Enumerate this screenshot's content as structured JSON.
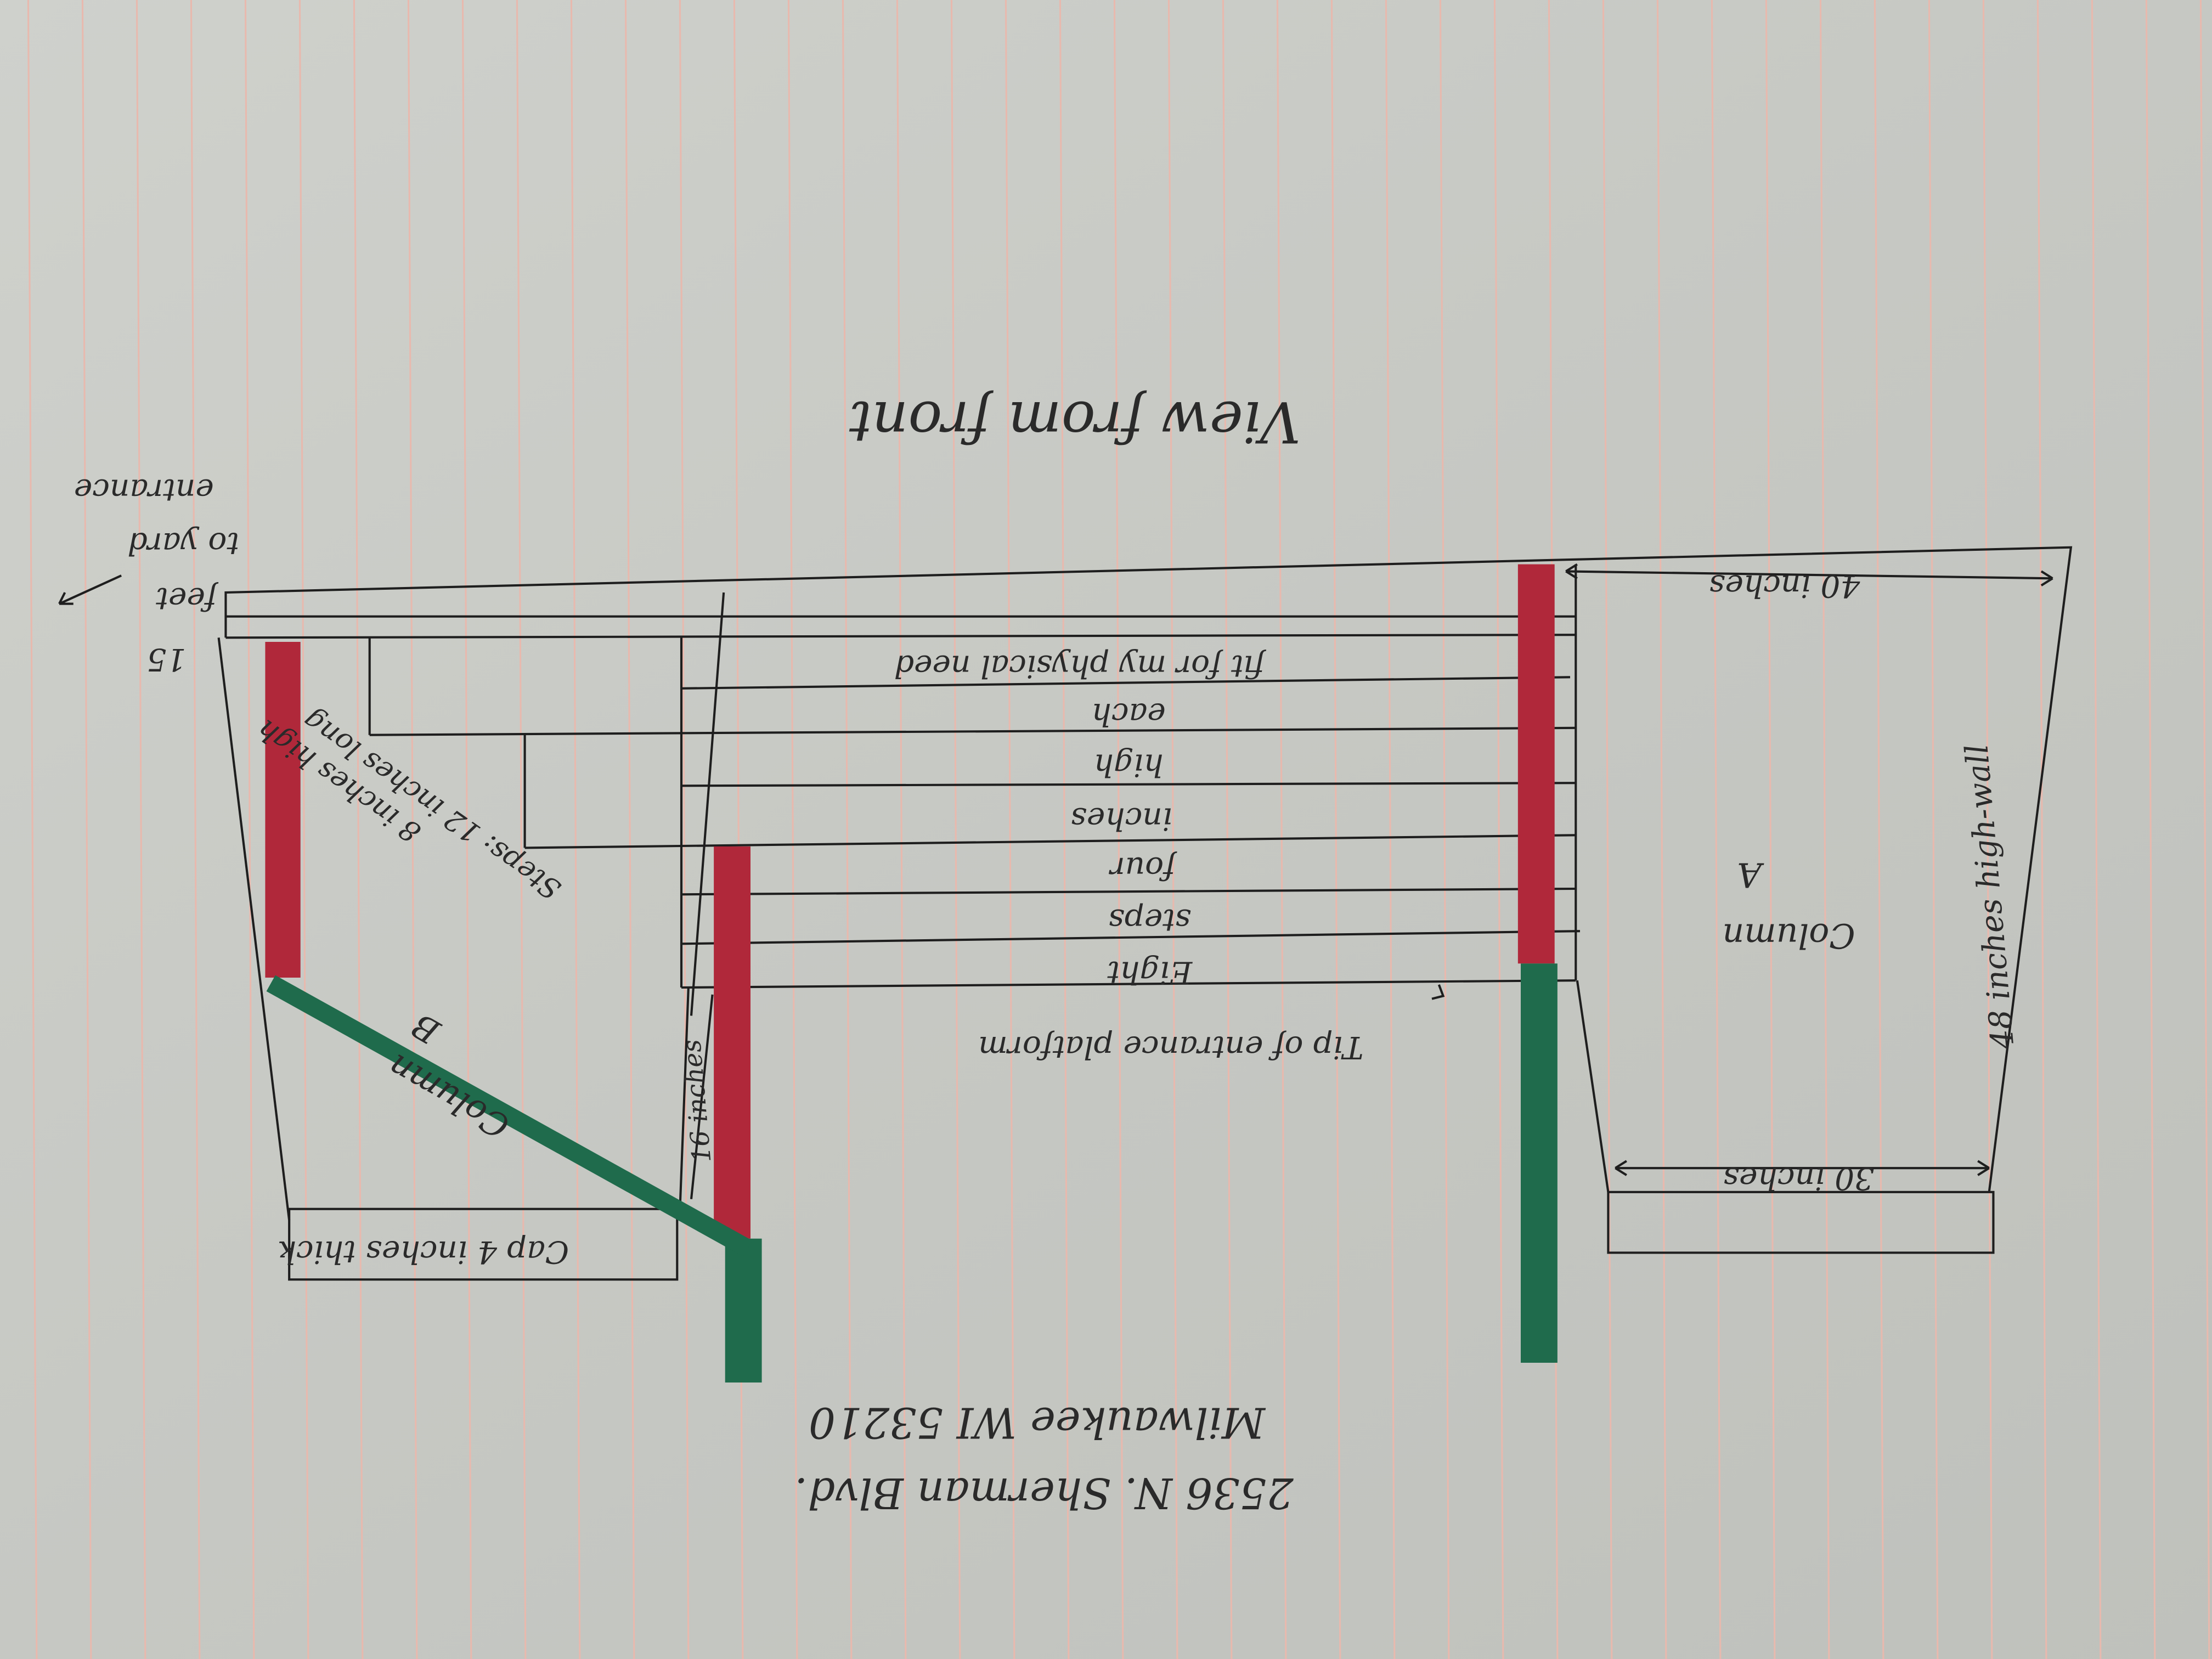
{
  "title": "View from front",
  "distance_note": [
    "15",
    "feet",
    "to yard",
    "entrance"
  ],
  "top_width": "40 inches",
  "wall_height": "48 inches high-wall",
  "column_a": [
    "Column",
    "A"
  ],
  "bottom_width": "30 inches",
  "step_notes": [
    "fit for my physical need",
    "each",
    "high",
    "inches",
    "four",
    "steps",
    "Eight"
  ],
  "platform_note": "Tip of entrance platform",
  "steps_spec": [
    "Steps: 12 inches long",
    "8 inches high"
  ],
  "column_b": [
    "Column",
    "B"
  ],
  "column_b_height": "16 inches",
  "cap_note": "Cap 4 inches thick",
  "address": [
    "2536 N. Sherman Blvd.",
    "Milwaukee WI 53210"
  ],
  "colors": {
    "paper": "#c9cbc6",
    "rule": "#e8b9ae",
    "red": "#b0283a",
    "green": "#1f6b4c",
    "ink": "#1e1e1e"
  }
}
